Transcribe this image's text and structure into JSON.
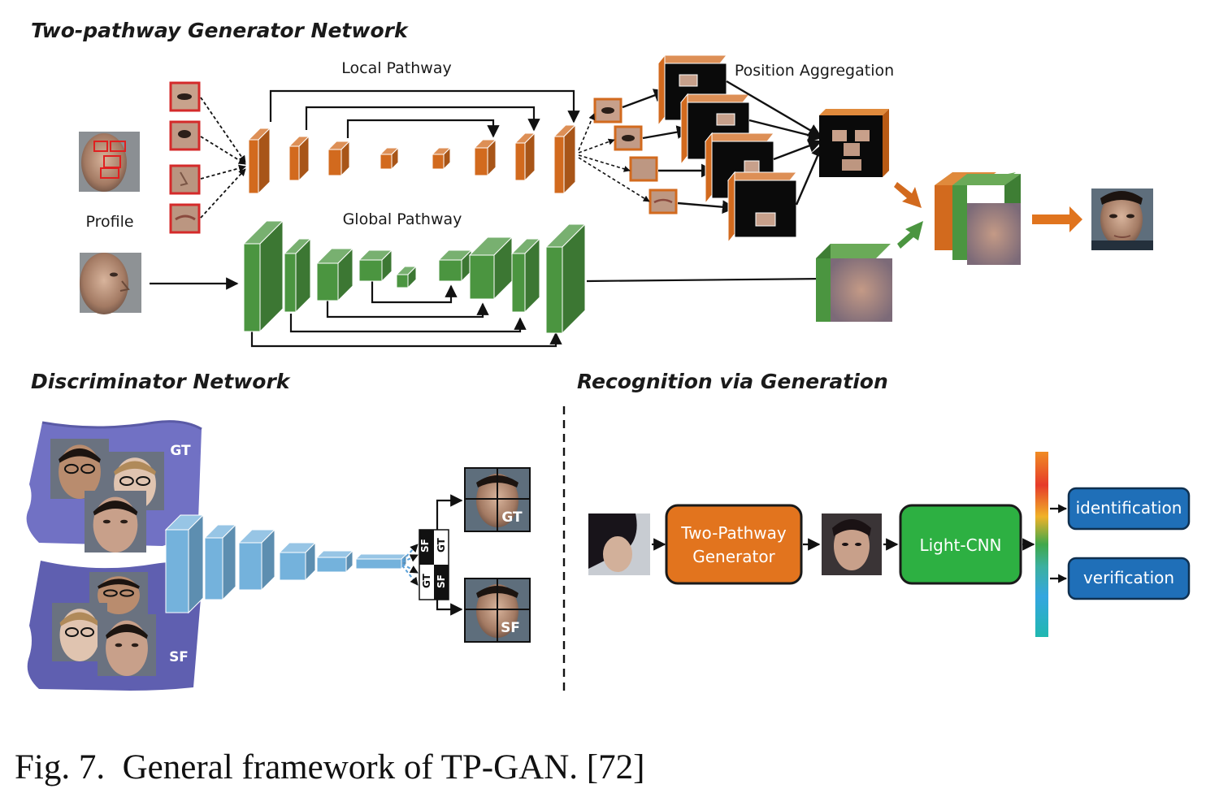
{
  "generator": {
    "section_title": "Two-pathway Generator Network",
    "local_pathway_label": "Local Pathway",
    "global_pathway_label": "Global Pathway",
    "profile_label": "Profile",
    "position_aggregation_label": "Position Aggregation"
  },
  "discriminator": {
    "section_title": "Discriminator Network",
    "gt_tag": "GT",
    "sf_tag": "SF"
  },
  "recognition": {
    "section_title": "Recognition via Generation",
    "generator_box": [
      "Two-Pathway",
      "Generator"
    ],
    "lightcnn_box": "Light-CNN",
    "identification": "identification",
    "verification": "verification"
  },
  "caption": {
    "figure_label": "Fig. 7.",
    "text": "General framework of TP-GAN. [72]"
  },
  "colors": {
    "orange": "#d26a1e",
    "green": "#4b9540",
    "blue_layer": "#74b2dc",
    "button_blue": "#1f6fb8",
    "purple_surface": "#6f6fbf"
  }
}
